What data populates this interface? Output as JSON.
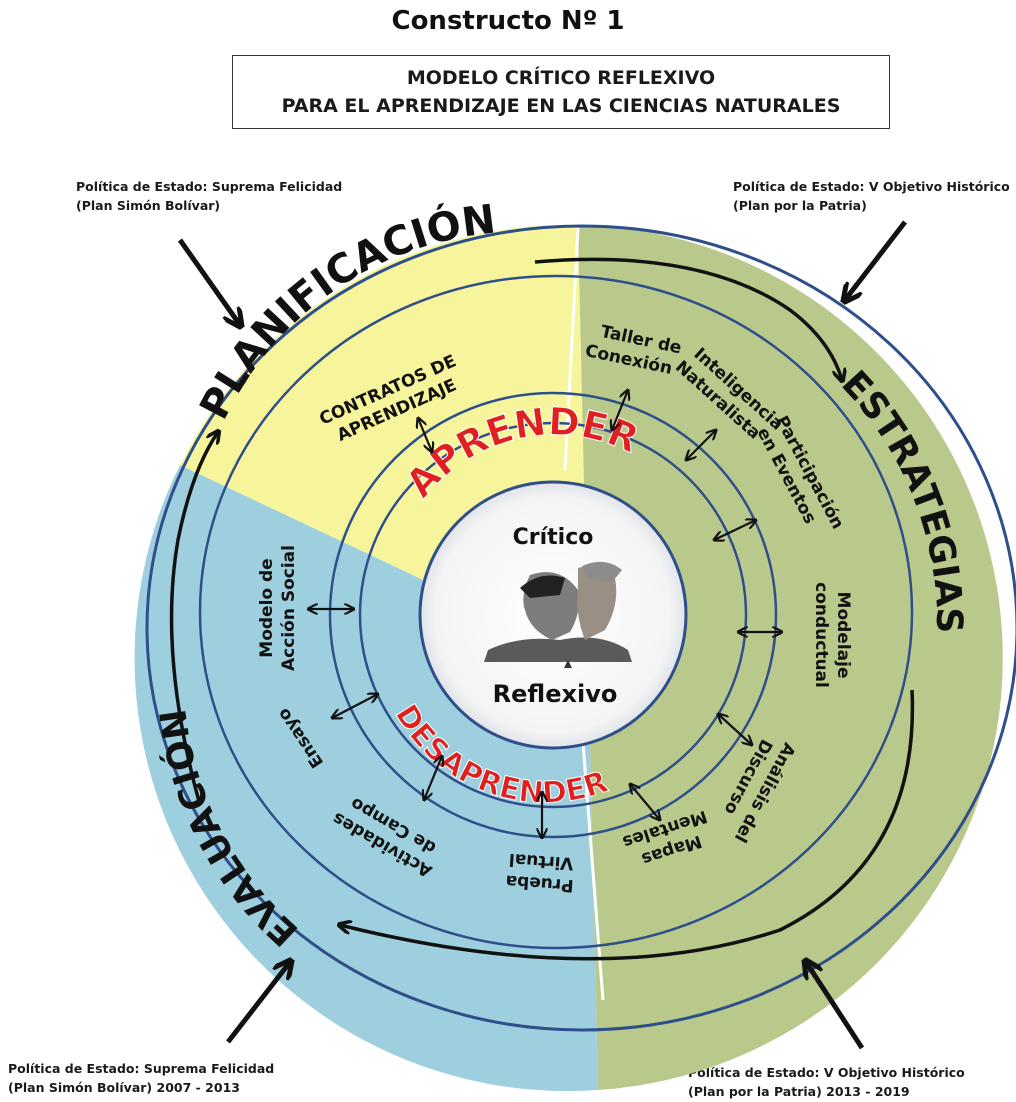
{
  "header": {
    "title": "Constructo Nº 1",
    "subtitle_line1": "MODELO  CRÍTICO  REFLEXIVO",
    "subtitle_line2": "PARA EL APRENDIZAJE EN LAS  CIENCIAS  NATURALES"
  },
  "policies": {
    "top_left": {
      "line1": "Política de Estado: Suprema Felicidad",
      "line2": "(Plan Simón Bolívar)"
    },
    "top_right": {
      "line1": "Política de Estado: V Objetivo Histórico",
      "line2": "(Plan por la Patria)"
    },
    "bottom_left": {
      "line1": "Política de Estado: Suprema Felicidad",
      "line2": "(Plan Simón Bolívar) 2007 - 2013"
    },
    "bottom_right": {
      "line1": "Política de Estado: V Objetivo Histórico",
      "line2": "(Plan por la Patria) 2013 - 2019"
    }
  },
  "outer_ring": {
    "planificacion": "PLANIFICACIÓN",
    "estrategias": "ESTRATEGIAS",
    "evaluacion": "EVALUACIÓN"
  },
  "inner_ring": {
    "aprender": "APRENDER",
    "desaprender": "DESAPRENDER"
  },
  "center": {
    "top": "Crítico",
    "bottom": "Reflexivo",
    "image": "two-faces-silhouette"
  },
  "items": {
    "contratos_1": "CONTRATOS DE",
    "contratos_2": "APRENDIZAJE",
    "taller_1": "Taller de",
    "taller_2": "Conexión",
    "inteligencia_1": "Inteligencia",
    "inteligencia_2": "Naturalista",
    "participacion_1": "Participación",
    "participacion_2": "en Eventos",
    "modelaje_1": "Modelaje",
    "modelaje_2": "conductual",
    "analisis_1": "Análisis del",
    "analisis_2": "Discurso",
    "mapas_1": "Mapas",
    "mapas_2": "Mentales",
    "prueba_1": "Prueba",
    "prueba_2": "Virtual",
    "actividades_1": "Actividades",
    "actividades_2": "de Campo",
    "ensayo": "Ensayo",
    "accion_1": "Modelo de",
    "accion_2": "Acción Social"
  },
  "colors": {
    "planificacion_sector": "#f7f59b",
    "estrategias_sector": "#b9c98c",
    "evaluacion_sector": "#9ecfdf",
    "ring_line": "#2f4f8a",
    "aprender_text": "#e0201e",
    "outline": "#1f3f6f"
  }
}
